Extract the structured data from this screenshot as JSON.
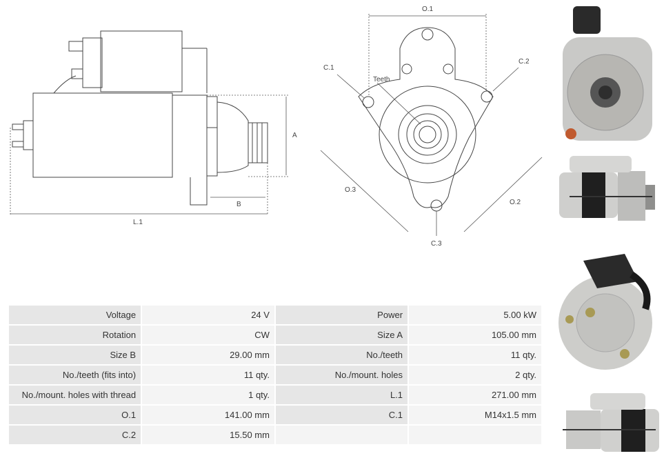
{
  "diagram": {
    "labels": {
      "a": "A",
      "b": "B",
      "l1": "L.1",
      "o1": "O.1",
      "o2": "O.2",
      "o3": "O.3",
      "c1": "C.1",
      "c2": "C.2",
      "c3": "C.3",
      "teeth": "Teeth"
    }
  },
  "specs": {
    "rows": [
      {
        "l1": "Voltage",
        "v1": "24 V",
        "l2": "Power",
        "v2": "5.00 kW"
      },
      {
        "l1": "Rotation",
        "v1": "CW",
        "l2": "Size A",
        "v2": "105.00 mm"
      },
      {
        "l1": "Size B",
        "v1": "29.00 mm",
        "l2": "No./teeth",
        "v2": "11 qty."
      },
      {
        "l1": "No./teeth (fits into)",
        "v1": "11 qty.",
        "l2": "No./mount. holes",
        "v2": "2 qty."
      },
      {
        "l1": "No./mount. holes with thread",
        "v1": "1 qty.",
        "l2": "L.1",
        "v2": "271.00 mm"
      },
      {
        "l1": "O.1",
        "v1": "141.00 mm",
        "l2": "C.1",
        "v2": "M14x1.5 mm"
      },
      {
        "l1": "C.2",
        "v1": "15.50 mm",
        "l2": "",
        "v2": ""
      }
    ]
  },
  "colors": {
    "label_cell": "#e6e6e6",
    "value_cell": "#f4f4f4",
    "line": "#444444"
  }
}
